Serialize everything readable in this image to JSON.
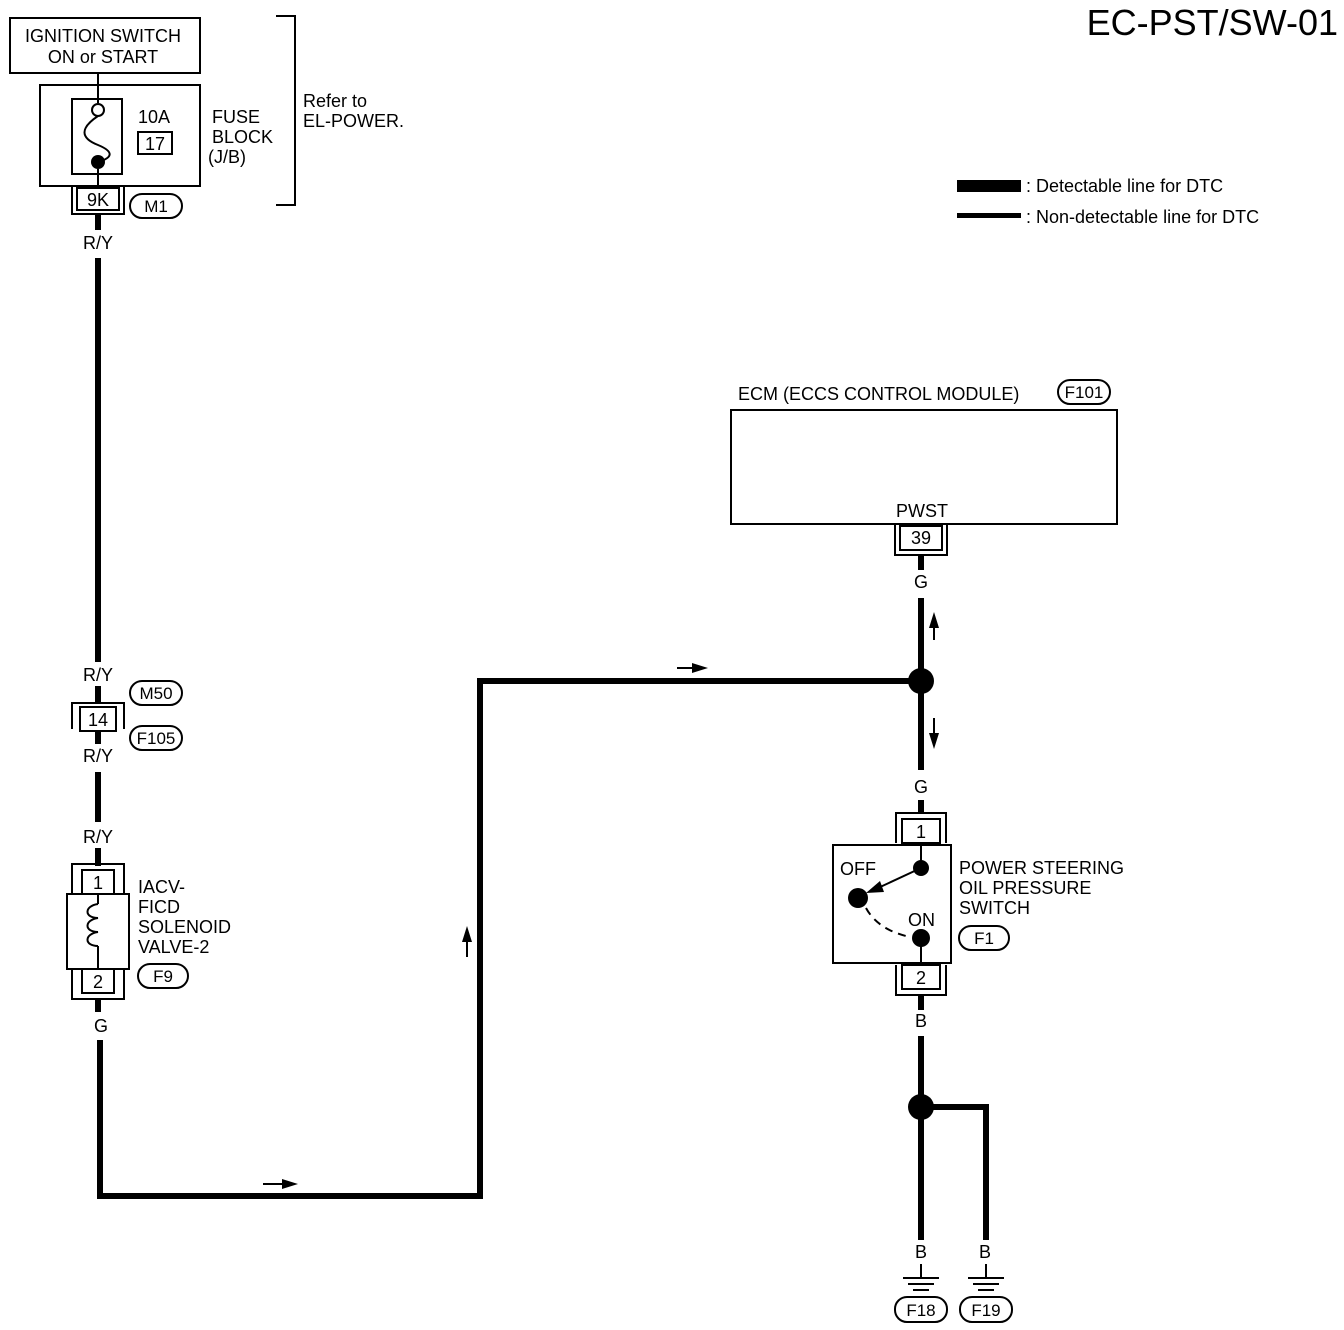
{
  "page_code": "EC-PST/SW-01",
  "ignition": {
    "line1": "IGNITION SWITCH",
    "line2": "ON or START"
  },
  "fuse": {
    "rating": "10A",
    "number": "17",
    "block_line1": "FUSE",
    "block_line2": "BLOCK",
    "block_line3": "(J/B)",
    "connector_pin": "9K",
    "connector_id": "M1"
  },
  "refer": {
    "line1": "Refer to",
    "line2": "EL-POWER."
  },
  "legend": {
    "detectable": ": Detectable line for DTC",
    "non_detectable": ": Non-detectable line for DTC"
  },
  "wires": {
    "ry_1": "R/Y",
    "ry_2": "R/Y",
    "ry_3": "R/Y",
    "ry_4": "R/Y",
    "g_solenoid": "G",
    "g_ecm": "G",
    "g_switch": "G",
    "b_switch": "B",
    "b_ground_1": "B",
    "b_ground_2": "B"
  },
  "joint_connector": {
    "pin": "14",
    "upper_id": "M50",
    "lower_id": "F105"
  },
  "solenoid": {
    "line1": "IACV-",
    "line2": "FICD",
    "line3": "SOLENOID",
    "line4": "VALVE-2",
    "pin_top": "1",
    "pin_bottom": "2",
    "connector_id": "F9"
  },
  "ecm": {
    "title": "ECM (ECCS CONTROL  MODULE)",
    "connector_id": "F101",
    "terminal_name": "PWST",
    "terminal_pin": "39"
  },
  "pressure_switch": {
    "line1": "POWER STEERING",
    "line2": "OIL PRESSURE",
    "line3": "SWITCH",
    "off_label": "OFF",
    "on_label": "ON",
    "pin_top": "1",
    "pin_bottom": "2",
    "connector_id": "F1"
  },
  "grounds": {
    "left_id": "F18",
    "right_id": "F19"
  }
}
